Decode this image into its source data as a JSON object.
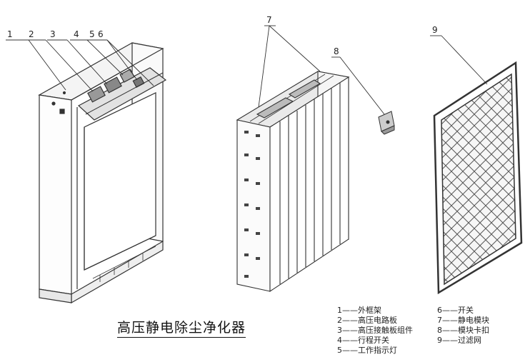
{
  "title": "高压静电除尘净化器",
  "callouts": [
    "1",
    "2",
    "3",
    "4",
    "5",
    "6",
    "7",
    "8",
    "9"
  ],
  "legend_left": [
    {
      "num": "1",
      "dash": "——",
      "name": "外框架"
    },
    {
      "num": "2",
      "dash": "——",
      "name": "高压电路板"
    },
    {
      "num": "3",
      "dash": "——",
      "name": "高压接触板组件"
    },
    {
      "num": "4",
      "dash": "——",
      "name": "行程开关"
    },
    {
      "num": "5",
      "dash": "——",
      "name": "工作指示灯"
    }
  ],
  "legend_right": [
    {
      "num": "6",
      "dash": "——",
      "name": "开关"
    },
    {
      "num": "7",
      "dash": "——",
      "name": "静电模块"
    },
    {
      "num": "8",
      "dash": "——",
      "name": "模块卡扣"
    },
    {
      "num": "9",
      "dash": "——",
      "name": "过滤网"
    }
  ]
}
